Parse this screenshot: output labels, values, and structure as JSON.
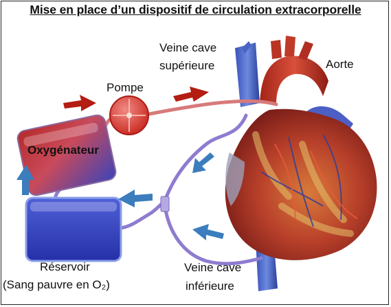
{
  "title": "Mise en place d’un dispositif de circulation extracorporelle",
  "labels": {
    "pump": "Pompe",
    "superior_vena_cava_line1": "Veine cave",
    "superior_vena_cava_line2": "supérieure",
    "aorta": "Aorte",
    "oxygenator": "Oxygénateur",
    "reservoir": "Réservoir",
    "reservoir_note": "(Sang pauvre en O₂)",
    "inferior_vena_cava_line1": "Veine cave",
    "inferior_vena_cava_line2": "inférieure"
  },
  "colors": {
    "oxygenated": "#c8281e",
    "deoxygenated": "#2f55c8",
    "flow_arrow_red": "#b31d12",
    "flow_arrow_blue": "#3b7dbd"
  }
}
